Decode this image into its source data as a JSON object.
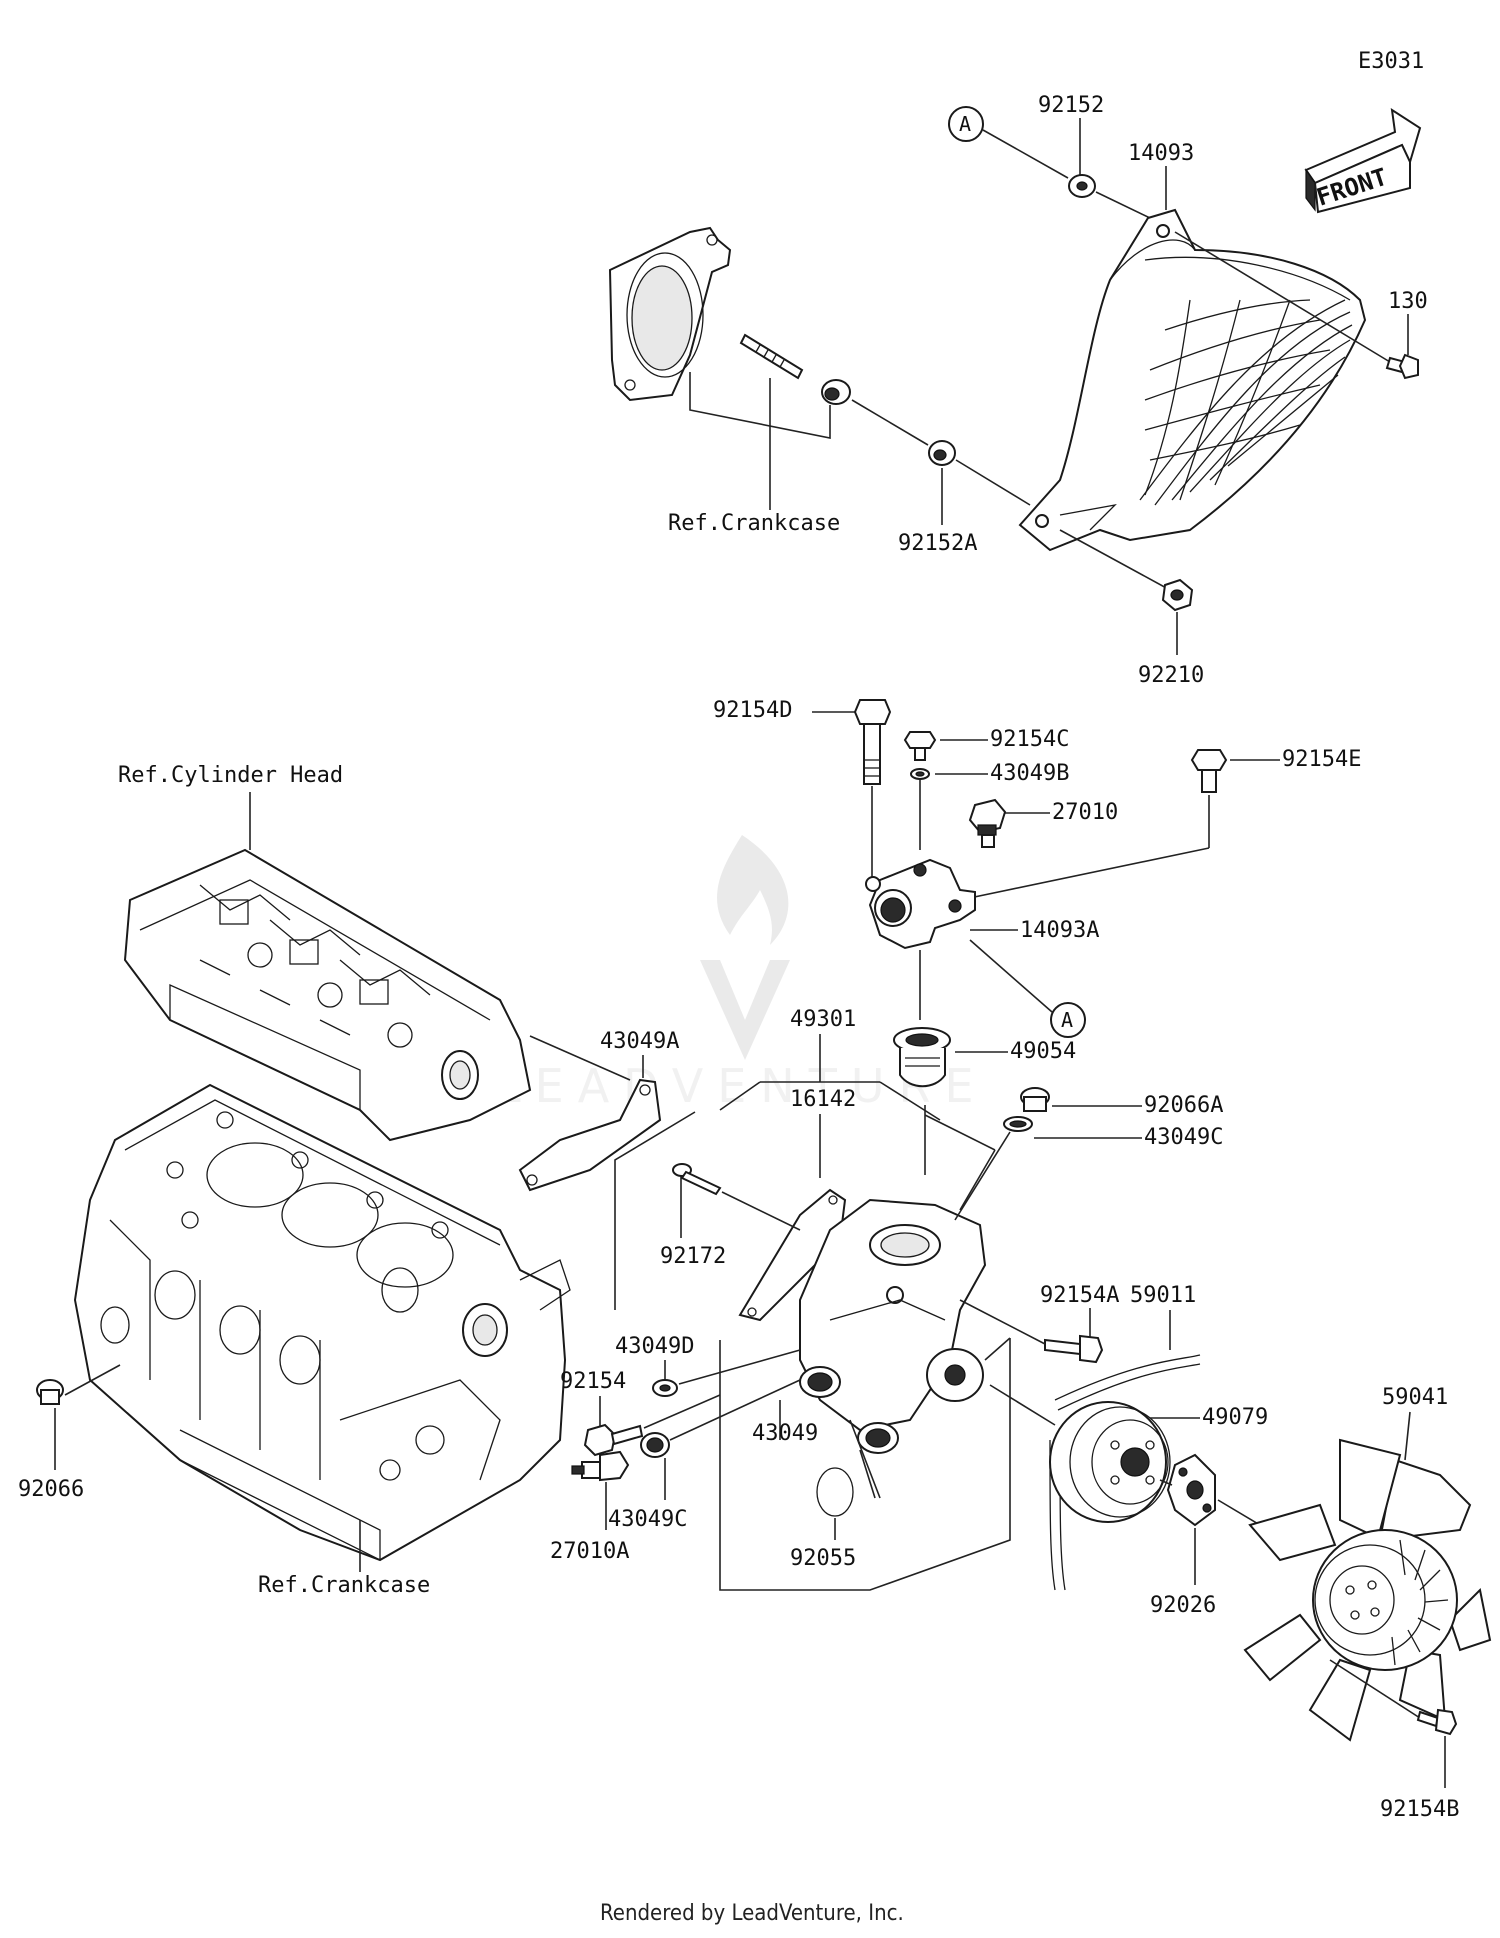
{
  "diagram_code": "E3031",
  "front_label": "FRONT",
  "callout_marker": "A",
  "footer": "Rendered by LeadVenture, Inc.",
  "watermark": "LEADVENTURE",
  "references": {
    "crankcase_top": "Ref.Crankcase",
    "cylinder_head": "Ref.Cylinder Head",
    "crankcase_bottom": "Ref.Crankcase"
  },
  "part_numbers": {
    "p92152": "92152",
    "p14093": "14093",
    "p130": "130",
    "p92152A": "92152A",
    "p92210": "92210",
    "p92154D": "92154D",
    "p92154C": "92154C",
    "p43049B": "43049B",
    "p92154E": "92154E",
    "p27010": "27010",
    "p14093A": "14093A",
    "p49054": "49054",
    "p43049A": "43049A",
    "p49301": "49301",
    "p16142": "16142",
    "p92066A": "92066A",
    "p43049C_top": "43049C",
    "p92172": "92172",
    "p92154A": "92154A",
    "p59011": "59011",
    "p43049D": "43049D",
    "p92154": "92154",
    "p43049": "43049",
    "p49079": "49079",
    "p59041": "59041",
    "p92066": "92066",
    "p27010A": "27010A",
    "p43049C_bottom": "43049C",
    "p92055": "92055",
    "p92026": "92026",
    "p92154B": "92154B"
  }
}
